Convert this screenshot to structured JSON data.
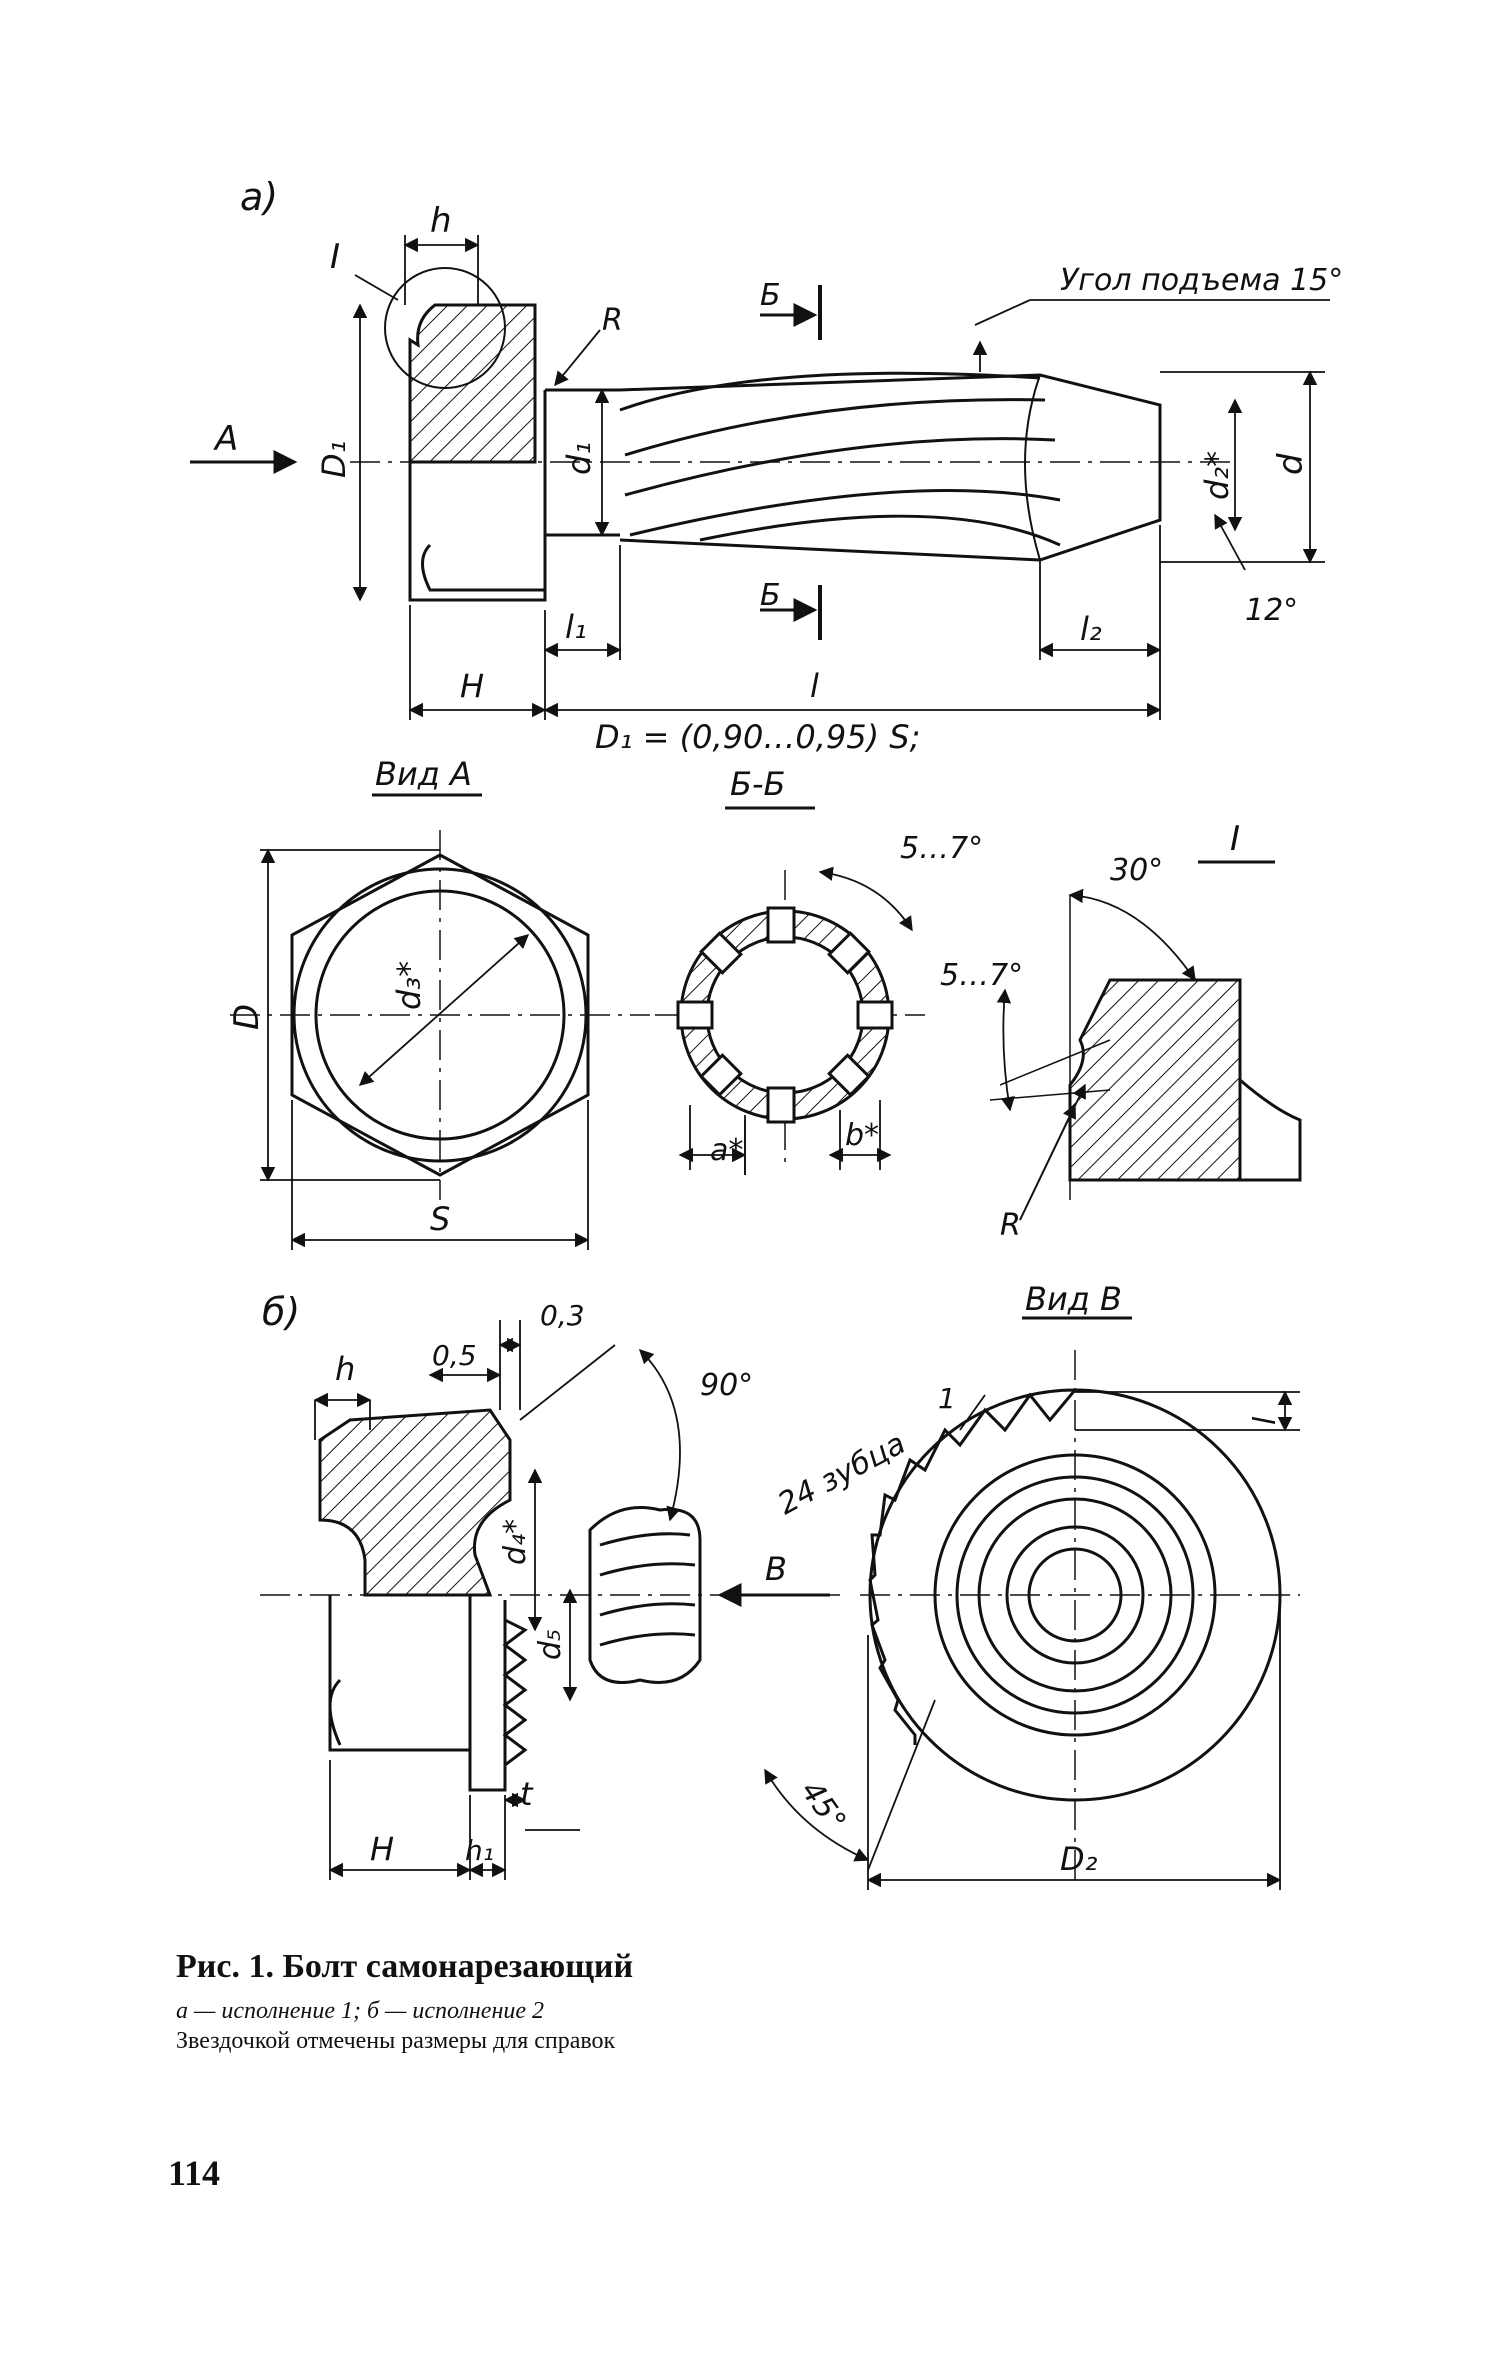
{
  "labels": {
    "variant_a": "а)",
    "variant_b": "б)",
    "detail_I": "I",
    "h": "h",
    "R": "R",
    "A": "А",
    "B_cut": "Б",
    "D1": "D₁",
    "d1": "d₁",
    "d2": "d₂*",
    "d": "d",
    "l1": "l₁",
    "l2": "l₂",
    "l": "l",
    "H": "H",
    "lift_angle": "Угол подъема 15°",
    "angle_12": "12°",
    "formula": "D₁ = (0,90…0,95) S;",
    "vid_A": "Вид А",
    "section_BB": "Б-Б",
    "D": "D",
    "d3": "d₃*",
    "S": "S",
    "ang_5_7_a": "5…7°",
    "ang_5_7_b": "5…7°",
    "a_star": "a*",
    "b_star": "b*",
    "ang_30": "30°",
    "detail_I_title": "I",
    "h_b": "h",
    "dim_05": "0,5",
    "dim_03": "0,3",
    "ang_90": "90°",
    "d4": "d₄*",
    "d5": "d₅",
    "V": "В",
    "t": "t",
    "H_b": "H",
    "h1": "h₁",
    "vid_V": "Вид В",
    "teeth": "24 зубца",
    "one": "1",
    "l_b": "l",
    "ang_45": "45°",
    "D2": "D₂"
  },
  "caption": {
    "title": "Рис. 1. Болт самонарезающий",
    "line1": "а — исполнение 1; б — исполнение 2",
    "line2": "Звездочкой отмечены размеры для справок"
  },
  "page_number": "114"
}
